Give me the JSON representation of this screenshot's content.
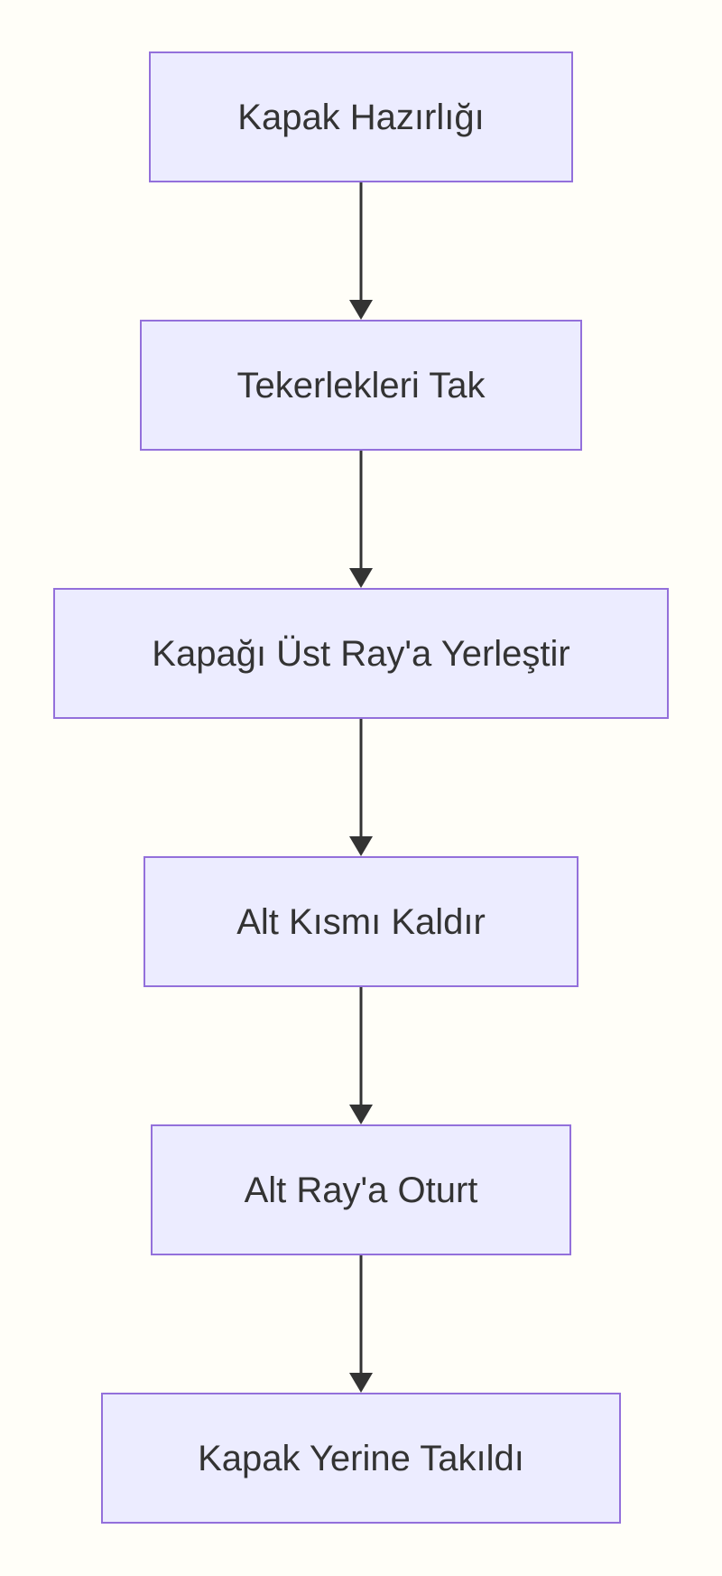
{
  "diagram": {
    "type": "flowchart",
    "direction": "top-down",
    "nodes": [
      {
        "id": "step-1",
        "label": "Kapak Hazırlığı"
      },
      {
        "id": "step-2",
        "label": "Tekerlekleri Tak"
      },
      {
        "id": "step-3",
        "label": "Kapağı Üst Ray'a Yerleştir"
      },
      {
        "id": "step-4",
        "label": "Alt Kısmı Kaldır"
      },
      {
        "id": "step-5",
        "label": "Alt Ray'a Oturt"
      },
      {
        "id": "step-6",
        "label": "Kapak Yerine Takıldı"
      }
    ],
    "edges": [
      {
        "from": "step-1",
        "to": "step-2",
        "style": "arrow-down"
      },
      {
        "from": "step-2",
        "to": "step-3",
        "style": "arrow-down"
      },
      {
        "from": "step-3",
        "to": "step-4",
        "style": "arrow-down"
      },
      {
        "from": "step-4",
        "to": "step-5",
        "style": "arrow-down"
      },
      {
        "from": "step-5",
        "to": "step-6",
        "style": "arrow-down"
      }
    ],
    "colors": {
      "node_fill": "#ECECFF",
      "node_border": "#9370DB",
      "text": "#333333",
      "arrow": "#333333",
      "background": "#FFFEF8"
    }
  }
}
